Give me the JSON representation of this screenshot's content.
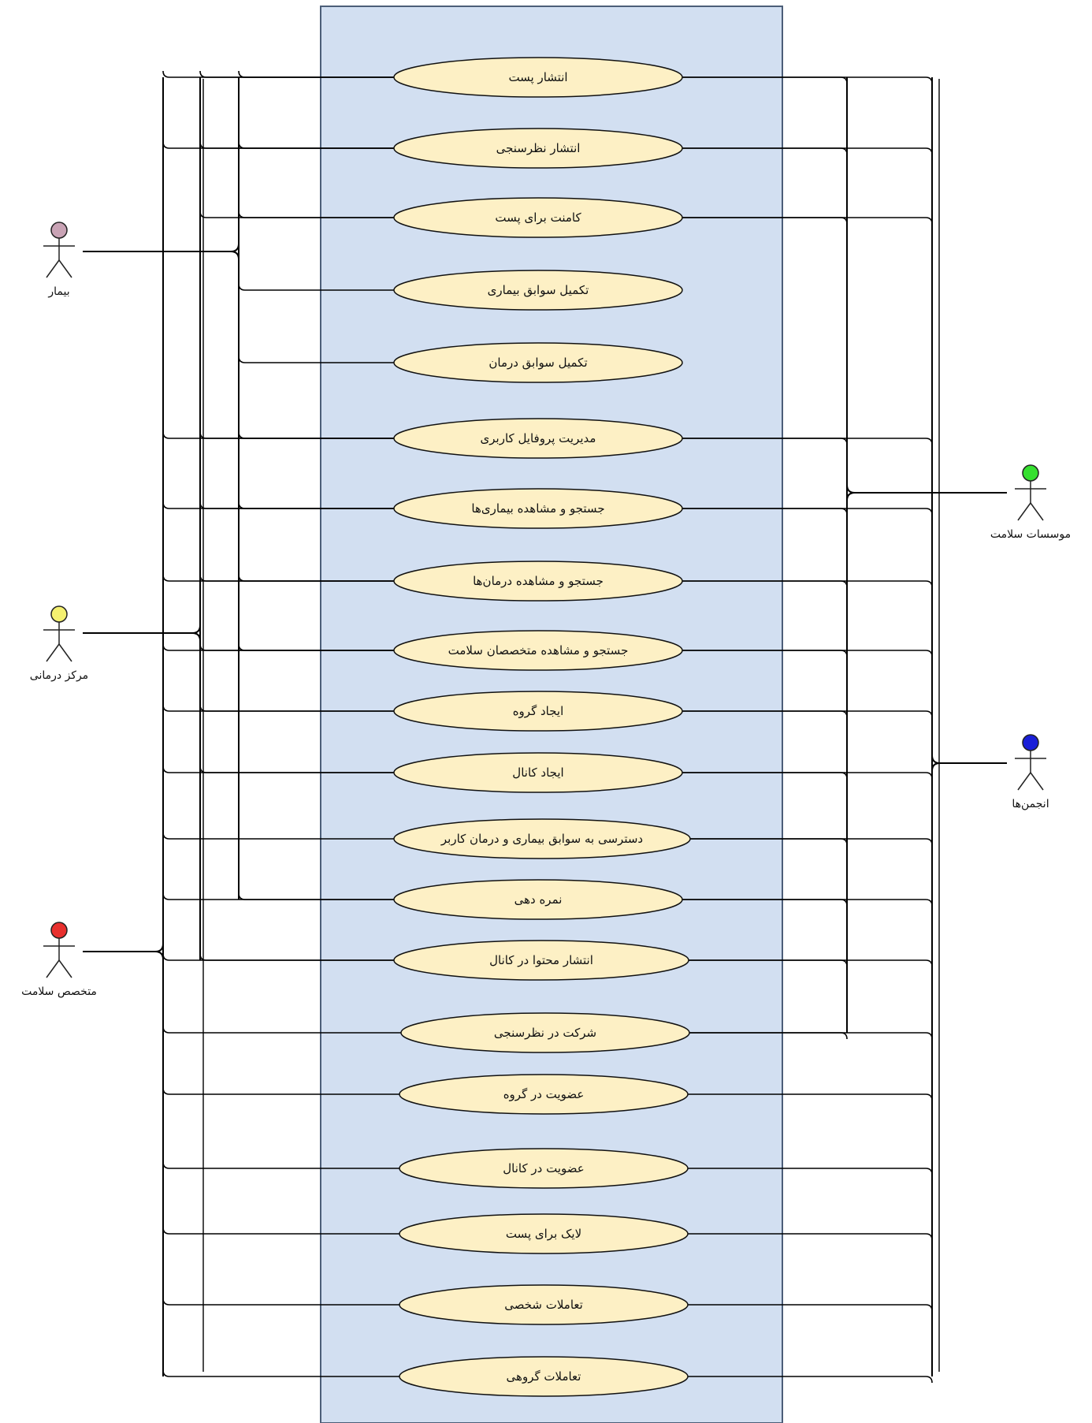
{
  "colors": {
    "system_fill": "#d2dff1",
    "system_stroke": "#4c5e78",
    "usecase_fill": "#fdf0c5",
    "usecase_stroke": "#111111",
    "line": "#000000",
    "actor_patient": "#c9a3b5",
    "actor_center": "#f4f070",
    "actor_specialist": "#e8302e",
    "actor_institutes": "#36e030",
    "actor_associations": "#1a1fd8"
  },
  "actors": [
    {
      "id": "patient",
      "label": "بیمار",
      "head_color_key": "actor_patient"
    },
    {
      "id": "center",
      "label": "مرکز درمانی",
      "head_color_key": "actor_center"
    },
    {
      "id": "specialist",
      "label": "متخصص سلامت",
      "head_color_key": "actor_specialist"
    },
    {
      "id": "institutes",
      "label": "موسسات سلامت",
      "head_color_key": "actor_institutes"
    },
    {
      "id": "associations",
      "label": "انجمن‌ها",
      "head_color_key": "actor_associations"
    }
  ],
  "use_cases": [
    {
      "id": "uc1",
      "label": "انتشار پست"
    },
    {
      "id": "uc2",
      "label": "انتشار نظرسنجی"
    },
    {
      "id": "uc3",
      "label": "کامنت برای پست"
    },
    {
      "id": "uc4",
      "label": "تکمیل سوابق بیماری"
    },
    {
      "id": "uc5",
      "label": "تکمیل سوابق درمان"
    },
    {
      "id": "uc6",
      "label": "مدیریت پروفایل کاربری"
    },
    {
      "id": "uc7",
      "label": "جستجو و مشاهده بیماری‌ها"
    },
    {
      "id": "uc8",
      "label": "جستجو و مشاهده درمان‌ها"
    },
    {
      "id": "uc9",
      "label": "جستجو و مشاهده متخصصان سلامت"
    },
    {
      "id": "uc10",
      "label": "ایجاد گروه"
    },
    {
      "id": "uc11",
      "label": "ایجاد کانال"
    },
    {
      "id": "uc12",
      "label": "دسترسی به سوابق بیماری و درمان کاربر"
    },
    {
      "id": "uc13",
      "label": "نمره دهی"
    },
    {
      "id": "uc14",
      "label": "انتشار محتوا در کانال"
    },
    {
      "id": "uc15",
      "label": "شرکت در نظرسنجی"
    },
    {
      "id": "uc16",
      "label": "عضویت در گروه"
    },
    {
      "id": "uc17",
      "label": "عضویت در کانال"
    },
    {
      "id": "uc18",
      "label": "لایک برای پست"
    },
    {
      "id": "uc19",
      "label": "تعاملات شخصی"
    },
    {
      "id": "uc20",
      "label": "تعاملات گروهی"
    }
  ],
  "associations": {
    "patient": [
      "uc1",
      "uc2",
      "uc3",
      "uc4",
      "uc5",
      "uc6",
      "uc7",
      "uc8",
      "uc9",
      "uc13"
    ],
    "center": [
      "uc1",
      "uc2",
      "uc3",
      "uc6",
      "uc7",
      "uc8",
      "uc9",
      "uc10",
      "uc11",
      "uc14"
    ],
    "specialist": [
      "uc1",
      "uc2",
      "uc6",
      "uc7",
      "uc8",
      "uc9",
      "uc10",
      "uc11",
      "uc12",
      "uc13",
      "uc14",
      "uc15",
      "uc16",
      "uc17",
      "uc18",
      "uc19",
      "uc20"
    ],
    "institutes": [
      "uc1",
      "uc2",
      "uc3",
      "uc6",
      "uc7",
      "uc8",
      "uc9",
      "uc10",
      "uc11",
      "uc12",
      "uc13",
      "uc14",
      "uc15"
    ],
    "associations": [
      "uc1",
      "uc2",
      "uc3",
      "uc6",
      "uc7",
      "uc8",
      "uc9",
      "uc10",
      "uc11",
      "uc12",
      "uc13",
      "uc14",
      "uc15",
      "uc16",
      "uc17",
      "uc18",
      "uc19",
      "uc20"
    ]
  }
}
